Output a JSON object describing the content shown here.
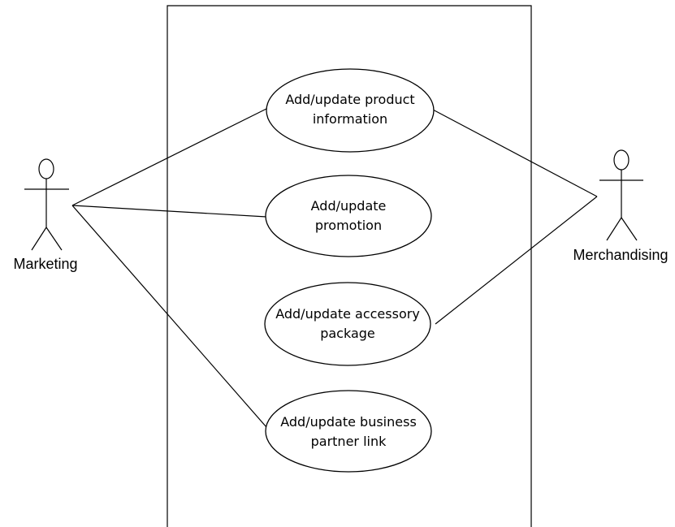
{
  "diagram": {
    "type": "use-case",
    "actors": {
      "marketing": {
        "label": "Marketing"
      },
      "merchandising": {
        "label": "Merchandising"
      }
    },
    "use_cases": {
      "product_info": {
        "line1": "Add/update product",
        "line2": "information"
      },
      "promotion": {
        "line1": "Add/update",
        "line2": "promotion"
      },
      "accessory": {
        "line1": "Add/update accessory",
        "line2": "package"
      },
      "partner_link": {
        "line1": "Add/update business",
        "line2": "partner link"
      }
    },
    "associations": [
      {
        "actor": "Marketing",
        "use_case": "Add/update product information"
      },
      {
        "actor": "Marketing",
        "use_case": "Add/update promotion"
      },
      {
        "actor": "Marketing",
        "use_case": "Add/update business partner link"
      },
      {
        "actor": "Merchandising",
        "use_case": "Add/update product information"
      },
      {
        "actor": "Merchandising",
        "use_case": "Add/update accessory package"
      }
    ]
  }
}
